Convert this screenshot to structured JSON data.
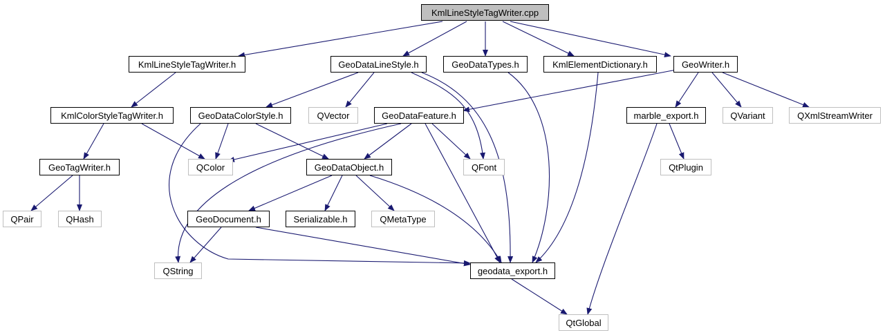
{
  "colors": {
    "edge": "#191970",
    "root_fill": "#bfbfbf",
    "external_border": "#bfbfbf"
  },
  "nodes": {
    "root": "KmlLineStyleTagWriter.cpp",
    "kmlLineStyleTagWriter_h": "KmlLineStyleTagWriter.h",
    "geoDataLineStyle_h": "GeoDataLineStyle.h",
    "geoDataTypes_h": "GeoDataTypes.h",
    "kmlElementDictionary_h": "KmlElementDictionary.h",
    "geoWriter_h": "GeoWriter.h",
    "kmlColorStyleTagWriter_h": "KmlColorStyleTagWriter.h",
    "geoDataColorStyle_h": "GeoDataColorStyle.h",
    "qVector": "QVector",
    "geoDataFeature_h": "GeoDataFeature.h",
    "marble_export_h": "marble_export.h",
    "qVariant": "QVariant",
    "qXmlStreamWriter": "QXmlStreamWriter",
    "geoTagWriter_h": "GeoTagWriter.h",
    "qColor": "QColor",
    "geoDataObject_h": "GeoDataObject.h",
    "qFont": "QFont",
    "qtPlugin": "QtPlugin",
    "qPair": "QPair",
    "qHash": "QHash",
    "geoDocument_h": "GeoDocument.h",
    "serializable_h": "Serializable.h",
    "qMetaType": "QMetaType",
    "qString": "QString",
    "geodata_export_h": "geodata_export.h",
    "qtGlobal": "QtGlobal"
  }
}
